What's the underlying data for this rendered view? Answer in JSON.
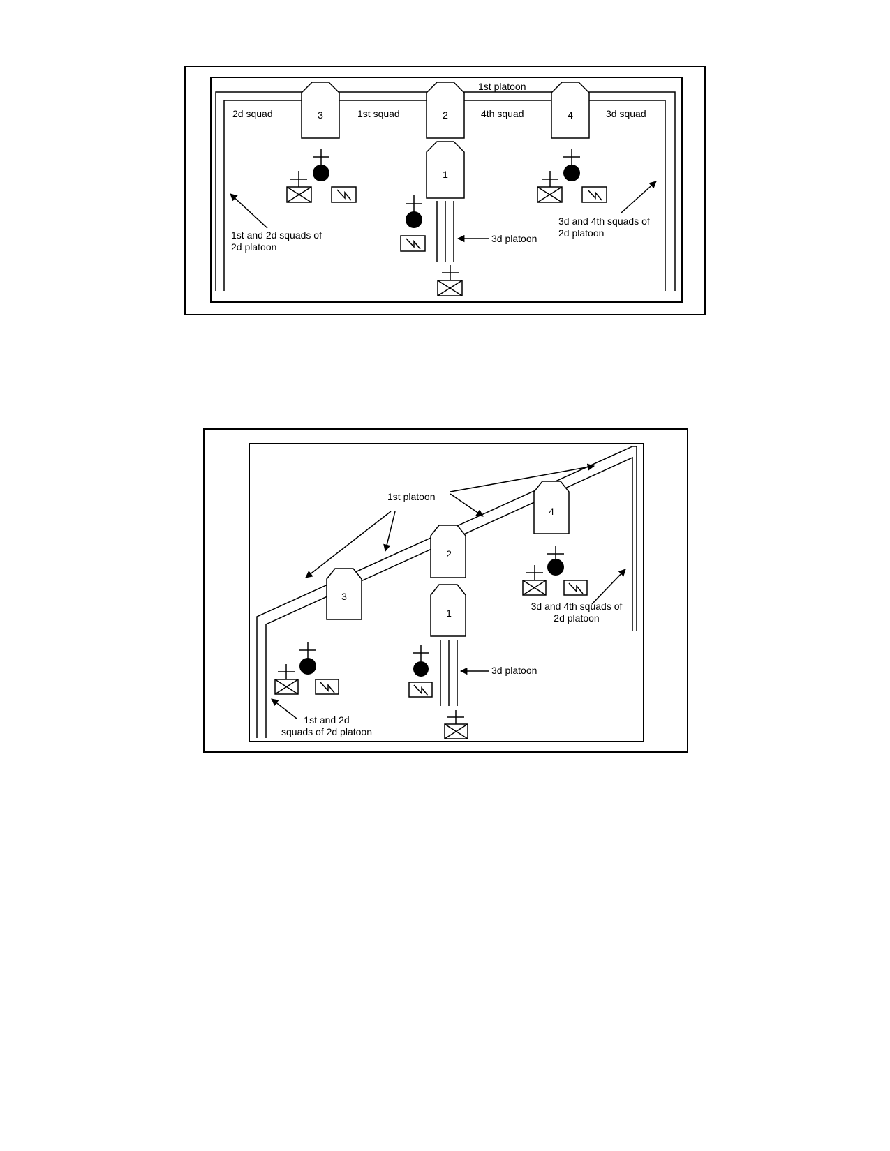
{
  "diagram_top": {
    "labels": {
      "first_platoon": "1st platoon",
      "second_squad": "2d squad",
      "first_squad": "1st squad",
      "fourth_squad": "4th squad",
      "third_squad": "3d squad",
      "third_platoon": "3d platoon",
      "left_note_line1": "1st and 2d squads of",
      "left_note_line2": "2d platoon",
      "right_note_line1": "3d and 4th squads of",
      "right_note_line2": "2d platoon"
    },
    "vehicles": {
      "v1": "1",
      "v2": "2",
      "v3": "3",
      "v4": "4"
    }
  },
  "diagram_bottom": {
    "labels": {
      "first_platoon": "1st platoon",
      "third_platoon": "3d platoon",
      "left_note_line1": "1st and 2d",
      "left_note_line2": "squads of 2d platoon",
      "right_note_line1": "3d and 4th squads of",
      "right_note_line2": "2d platoon"
    },
    "vehicles": {
      "v1": "1",
      "v2": "2",
      "v3": "3",
      "v4": "4"
    }
  }
}
